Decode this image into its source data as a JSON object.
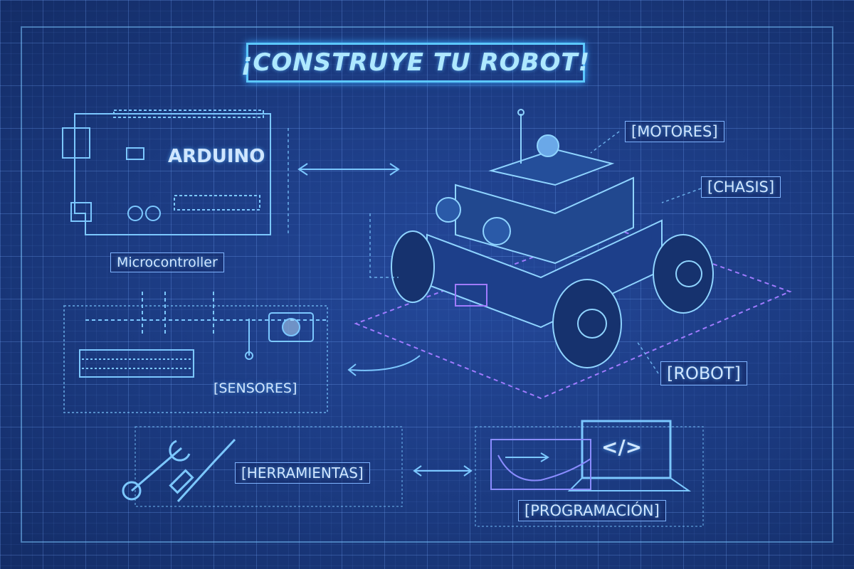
{
  "title": "¡CONSTRUYE TU ROBOT!",
  "labels": {
    "arduino": "ARDUINO",
    "microcontroller": "Microcontroller",
    "sensores": "[SENSORES]",
    "herramientas": "[HERRAMIENTAS]",
    "programacion": "[PROGRAMACIÓN]",
    "motores": "[MOTORES]",
    "chasis": "[CHASIS]",
    "robot": "[ROBOT]",
    "code": "</>"
  },
  "colors": {
    "background": "#1b3a80",
    "accent": "#5cc8ff",
    "purple": "#9a7bff"
  }
}
